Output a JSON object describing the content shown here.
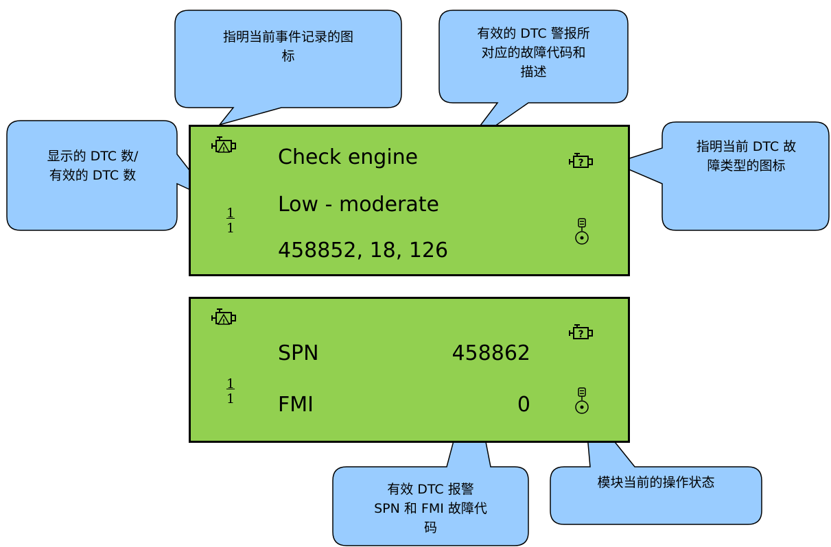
{
  "callouts": {
    "event_icon": "指明当前事件记录的图\n标",
    "fault_code_desc": "有效的 DTC 警报所\n对应的故障代码和\n描述",
    "dtc_count": "显示的 DTC 数/\n有效的 DTC 数",
    "fault_type_icon": "指明当前 DTC 故\n障类型的图标",
    "spn_fmi": "有效 DTC 报警\nSPN 和 FMI 故障代\n码",
    "module_state": "模块当前的操作状态"
  },
  "screen1": {
    "line1": "Check engine",
    "line2": "Low - moderate",
    "line3": "458852, 18, 126",
    "count_num": "1",
    "count_den": "1"
  },
  "screen2": {
    "spn_label": "SPN",
    "spn_value": "458862",
    "fmi_label": "FMI",
    "fmi_value": "0",
    "count_num": "1",
    "count_den": "1"
  },
  "icons": [
    "engine-warning-icon",
    "engine-question-icon",
    "module-state-icon"
  ],
  "colors": {
    "lcd_background": "#92d050",
    "callout_fill": "#99ccff",
    "outline": "#000000"
  }
}
